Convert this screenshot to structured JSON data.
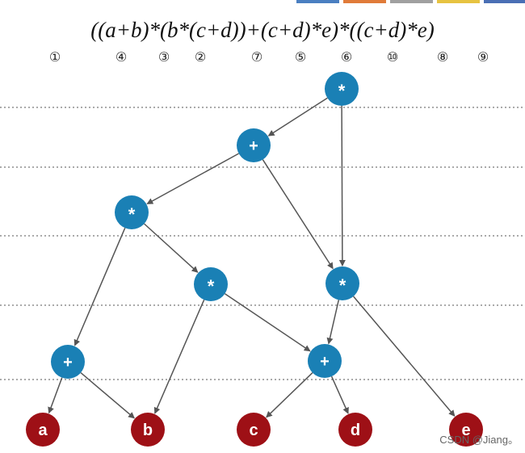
{
  "expression": "((a+b)*(b*(c+d))+(c+d)*e)*((c+d)*e)",
  "order_marks": [
    "①",
    "④",
    "③",
    "②",
    "⑦",
    "⑤",
    "⑥",
    "⑩",
    "⑧",
    "⑨"
  ],
  "nodes": [
    {
      "id": "mul-root",
      "label": "*",
      "kind": "operator"
    },
    {
      "id": "plus-top",
      "label": "+",
      "kind": "operator"
    },
    {
      "id": "mul-left",
      "label": "*",
      "kind": "operator"
    },
    {
      "id": "mul-mid",
      "label": "*",
      "kind": "operator"
    },
    {
      "id": "mul-right",
      "label": "*",
      "kind": "operator"
    },
    {
      "id": "plus-ab",
      "label": "+",
      "kind": "operator"
    },
    {
      "id": "plus-cd",
      "label": "+",
      "kind": "operator"
    },
    {
      "id": "leaf-a",
      "label": "a",
      "kind": "operand"
    },
    {
      "id": "leaf-b",
      "label": "b",
      "kind": "operand"
    },
    {
      "id": "leaf-c",
      "label": "c",
      "kind": "operand"
    },
    {
      "id": "leaf-d",
      "label": "d",
      "kind": "operand"
    },
    {
      "id": "leaf-e",
      "label": "e",
      "kind": "operand"
    }
  ],
  "edges": [
    [
      "mul-root",
      "plus-top"
    ],
    [
      "mul-root",
      "mul-right"
    ],
    [
      "plus-top",
      "mul-left"
    ],
    [
      "plus-top",
      "mul-right"
    ],
    [
      "mul-left",
      "plus-ab"
    ],
    [
      "mul-left",
      "mul-mid"
    ],
    [
      "mul-mid",
      "leaf-b"
    ],
    [
      "mul-mid",
      "plus-cd"
    ],
    [
      "mul-right",
      "plus-cd"
    ],
    [
      "mul-right",
      "leaf-e"
    ],
    [
      "plus-ab",
      "leaf-a"
    ],
    [
      "plus-ab",
      "leaf-b"
    ],
    [
      "plus-cd",
      "leaf-c"
    ],
    [
      "plus-cd",
      "leaf-d"
    ]
  ],
  "colors": {
    "operator": "#1a80b5",
    "operand": "#9e1016",
    "edge": "#555555",
    "guide": "#777777"
  },
  "watermark": "CSDN @Jiang。"
}
